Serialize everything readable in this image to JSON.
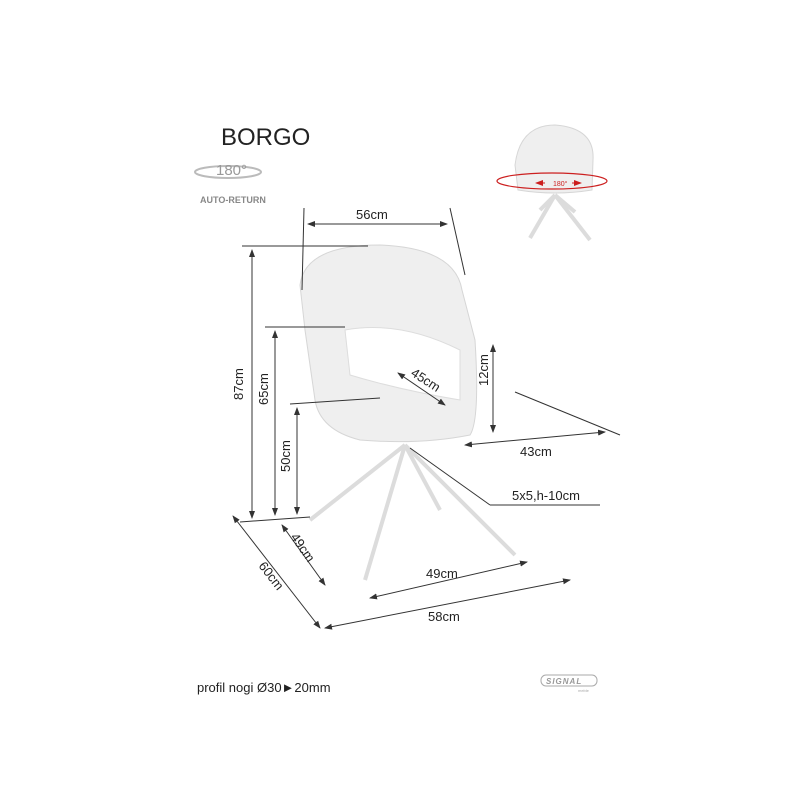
{
  "title": "BORGO",
  "rotation": {
    "angle": "180°",
    "label": "AUTO-RETURN",
    "preview_angle": "180°"
  },
  "dimensions": {
    "width_top": "56cm",
    "height_total": "87cm",
    "height_arm": "65cm",
    "height_seat": "50cm",
    "seat_depth": "45cm",
    "arm_height": "12cm",
    "seat_width": "43cm",
    "base": "5x5,h-10cm",
    "leg_depth": "49cm",
    "leg_width": "49cm",
    "depth": "60cm",
    "width": "58cm"
  },
  "footer": {
    "profile": "profil nogi Ø30►20mm",
    "brand": "SIGNAL",
    "brand_sub": "meble"
  },
  "colors": {
    "rotation_arrow": "#cc1f1f"
  }
}
